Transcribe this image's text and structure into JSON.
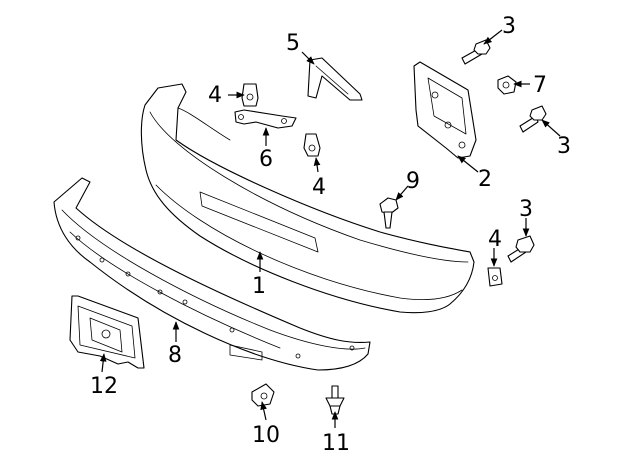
{
  "callouts": {
    "n1": "1",
    "n2": "2",
    "n3a": "3",
    "n3b": "3",
    "n3c": "3",
    "n4a": "4",
    "n4b": "4",
    "n4c": "4",
    "n5": "5",
    "n6": "6",
    "n7": "7",
    "n8": "8",
    "n9": "9",
    "n10": "10",
    "n11": "11",
    "n12": "12"
  }
}
